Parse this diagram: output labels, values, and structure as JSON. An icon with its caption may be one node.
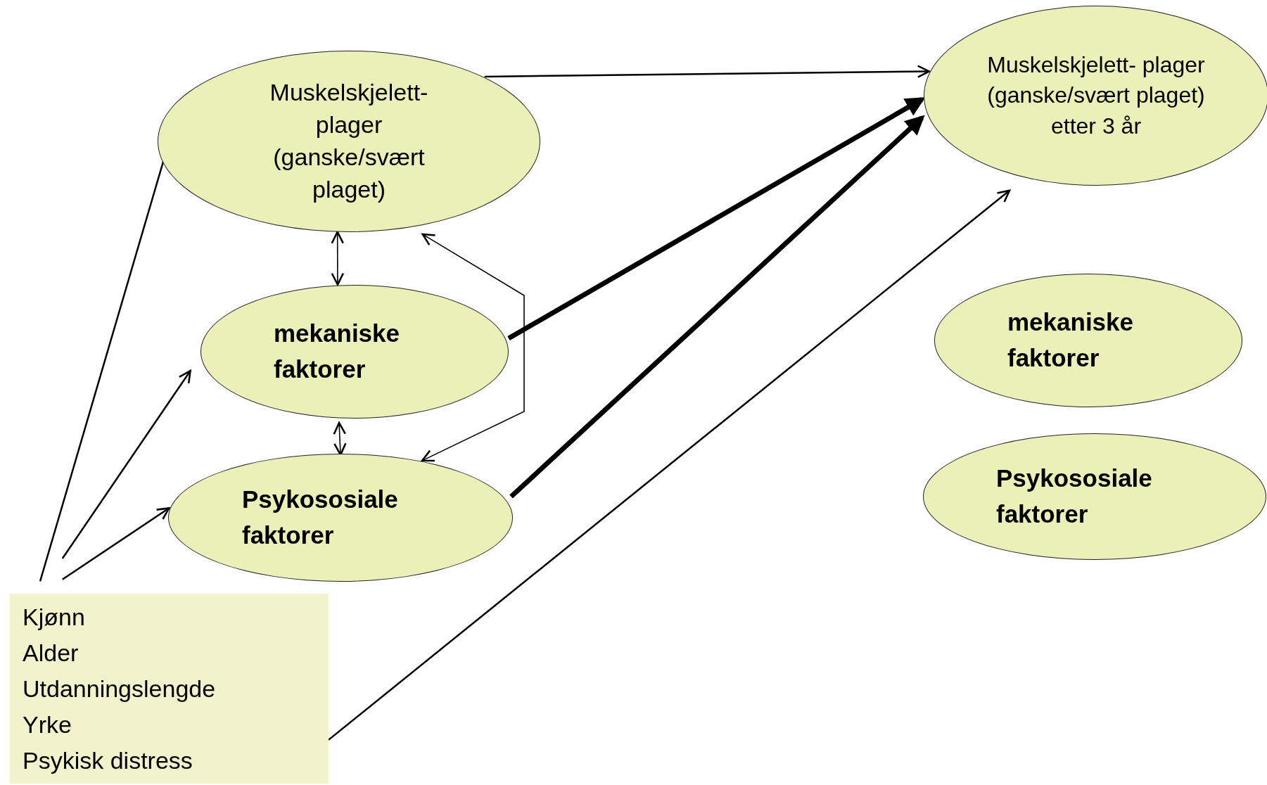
{
  "diagram": {
    "nodes": [
      {
        "text": [
          "Muskelskjelett- plager (ganske/svært plaget)"
        ]
      },
      {
        "text": [
          "Muskelskjelett- plager (ganske/svært plaget) etter 3 år"
        ]
      },
      {
        "text": [
          "mekaniske faktorer"
        ]
      },
      {
        "text": [
          "Psykososiale faktorer"
        ]
      },
      {
        "text": [
          "mekaniske faktorer"
        ]
      },
      {
        "text": [
          "Psykososiale faktorer"
        ]
      },
      {
        "text": [
          "Kjønn",
          "Alder",
          "Utdanningslengde",
          "Yrke",
          "Psykisk distress"
        ]
      }
    ],
    "edges": [
      {
        "from": 0,
        "to": 1,
        "arrow": "to"
      },
      {
        "from": 2,
        "to": 1,
        "arrow": "to",
        "style": "thick"
      },
      {
        "from": 3,
        "to": 1,
        "arrow": "to",
        "style": "thick"
      },
      {
        "from": 6,
        "to": 1,
        "arrow": "to"
      },
      {
        "from": 0,
        "to": 2,
        "arrow": "both"
      },
      {
        "from": 0,
        "to": 3,
        "arrow": "both"
      },
      {
        "from": 2,
        "to": 3,
        "arrow": "both"
      },
      {
        "from": 6,
        "to": 0,
        "arrow": "none"
      },
      {
        "from": 6,
        "to": 2,
        "arrow": "to"
      },
      {
        "from": 6,
        "to": 3,
        "arrow": "to"
      }
    ]
  }
}
